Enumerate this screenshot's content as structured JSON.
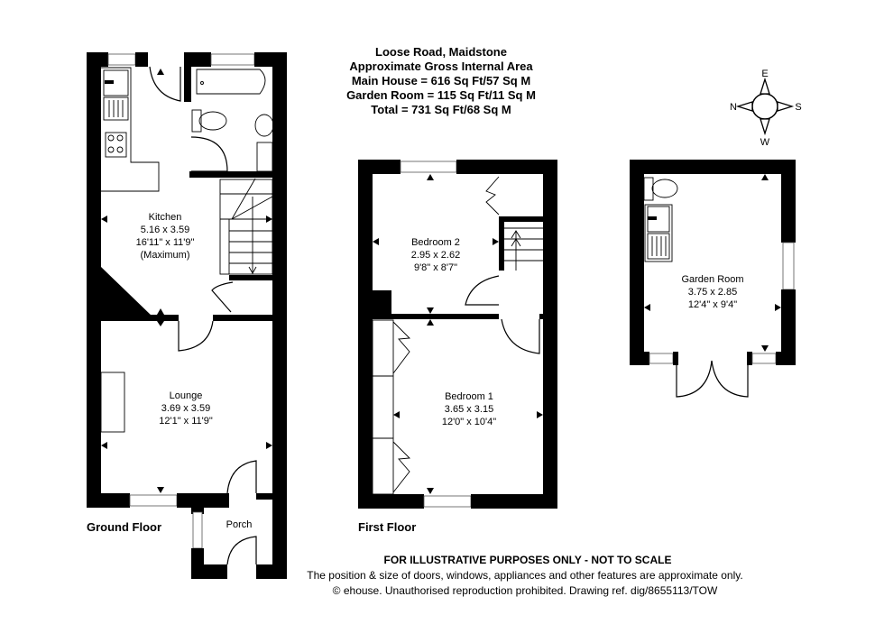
{
  "header": {
    "address": "Loose Road, Maidstone",
    "subtitle": "Approximate Gross Internal Area",
    "main_house": "Main House = 616 Sq Ft/57 Sq M",
    "garden_room": "Garden Room = 115 Sq Ft/11 Sq M",
    "total": "Total = 731 Sq Ft/68 Sq M"
  },
  "compass": {
    "top": "E",
    "left": "N",
    "right": "S",
    "bottom": "W"
  },
  "floors": {
    "ground": {
      "label": "Ground Floor",
      "rooms": {
        "kitchen": {
          "name": "Kitchen",
          "metric": "5.16 x 3.59",
          "imperial": "16'11\" x 11'9\"",
          "note": "(Maximum)"
        },
        "lounge": {
          "name": "Lounge",
          "metric": "3.69 x 3.59",
          "imperial": "12'1\" x 11'9\""
        },
        "porch": {
          "name": "Porch"
        }
      }
    },
    "first": {
      "label": "First Floor",
      "rooms": {
        "bedroom2": {
          "name": "Bedroom 2",
          "metric": "2.95 x 2.62",
          "imperial": "9'8\" x 8'7\""
        },
        "bedroom1": {
          "name": "Bedroom 1",
          "metric": "3.65 x 3.15",
          "imperial": "12'0\" x 10'4\""
        }
      }
    },
    "garden": {
      "rooms": {
        "garden_room": {
          "name": "Garden Room",
          "metric": "3.75 x 2.85",
          "imperial": "12'4\" x 9'4\""
        }
      }
    }
  },
  "footer": {
    "disclaimer": "FOR ILLUSTRATIVE PURPOSES ONLY - NOT TO SCALE",
    "note": "The position & size of doors, windows, appliances and other features are approximate only.",
    "copyright": "© ehouse. Unauthorised reproduction prohibited. Drawing ref. dig/8655113/TOW"
  }
}
